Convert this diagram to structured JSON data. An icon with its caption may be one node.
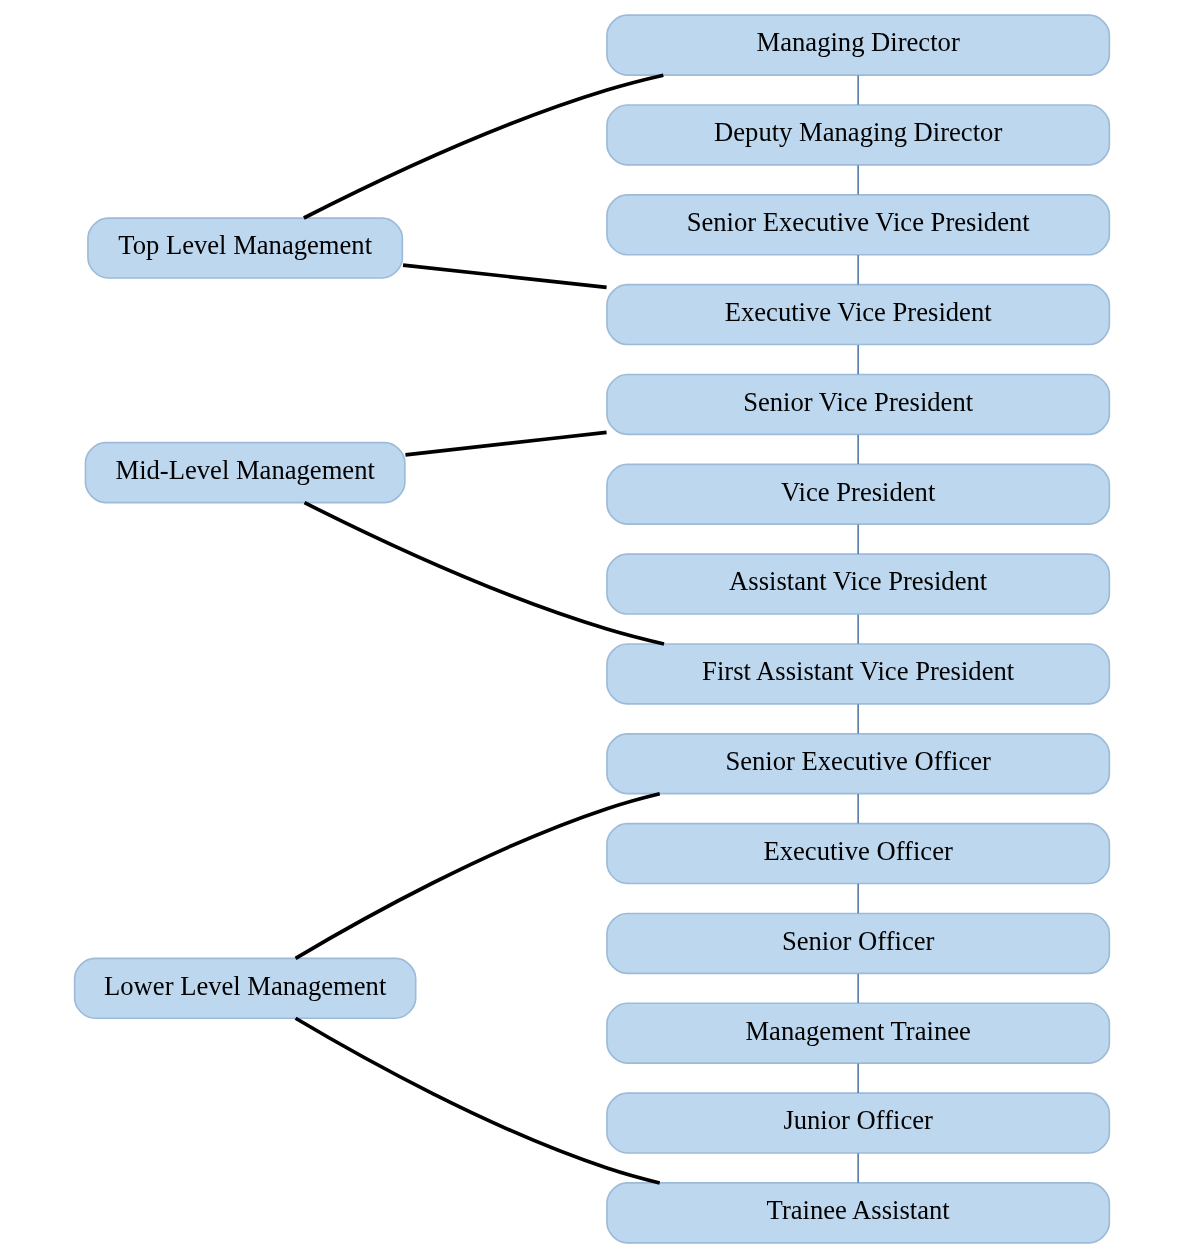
{
  "diagram": {
    "nodes": [
      {
        "text": [
          "Managing Director"
        ]
      },
      {
        "text": [
          "Deputy Managing Director"
        ]
      },
      {
        "text": [
          "Top Level Management"
        ]
      },
      {
        "text": [
          "Senior Executive Vice President"
        ]
      },
      {
        "text": [
          "Executive Vice President"
        ]
      },
      {
        "text": [
          "Senior Vice President"
        ]
      },
      {
        "text": [
          "Vice President"
        ]
      },
      {
        "text": [
          "Mid-Level Management"
        ]
      },
      {
        "text": [
          "Assistant Vice President"
        ]
      },
      {
        "text": [
          "First Assistant Vice President"
        ]
      },
      {
        "text": [
          "Senior Executive Officer"
        ]
      },
      {
        "text": [
          "Executive Officer"
        ]
      },
      {
        "text": [
          "Senior Officer"
        ]
      },
      {
        "text": [
          "Lower Level Management"
        ]
      },
      {
        "text": [
          "Management Trainee"
        ]
      },
      {
        "text": [
          "Junior Officer"
        ]
      },
      {
        "text": [
          "Trainee Assistant"
        ]
      }
    ],
    "edges": [
      {
        "from": 2,
        "to": 0,
        "arrow": "none",
        "style": "thick",
        "color": "#000000"
      },
      {
        "from": 2,
        "to": 4,
        "arrow": "none",
        "style": "thick",
        "color": "#000000"
      },
      {
        "from": 7,
        "to": 5,
        "arrow": "none",
        "style": "thick",
        "color": "#000000"
      },
      {
        "from": 7,
        "to": 9,
        "arrow": "none",
        "style": "thick",
        "color": "#000000"
      },
      {
        "from": 13,
        "to": 10,
        "arrow": "none",
        "style": "thick",
        "color": "#000000"
      },
      {
        "from": 13,
        "to": 16,
        "arrow": "none",
        "style": "thick",
        "color": "#000000"
      },
      {
        "from": 0,
        "to": 1,
        "arrow": "none"
      },
      {
        "from": 1,
        "to": 3,
        "arrow": "none"
      },
      {
        "from": 3,
        "to": 4,
        "arrow": "none"
      },
      {
        "from": 4,
        "to": 5,
        "arrow": "none"
      },
      {
        "from": 5,
        "to": 6,
        "arrow": "none"
      },
      {
        "from": 6,
        "to": 8,
        "arrow": "none"
      },
      {
        "from": 8,
        "to": 9,
        "arrow": "none"
      },
      {
        "from": 9,
        "to": 10,
        "arrow": "none"
      },
      {
        "from": 10,
        "to": 11,
        "arrow": "none"
      },
      {
        "from": 11,
        "to": 12,
        "arrow": "none"
      },
      {
        "from": 12,
        "to": 14,
        "arrow": "none"
      },
      {
        "from": 14,
        "to": 15,
        "arrow": "none"
      },
      {
        "from": 15,
        "to": 16,
        "arrow": "none"
      }
    ]
  }
}
